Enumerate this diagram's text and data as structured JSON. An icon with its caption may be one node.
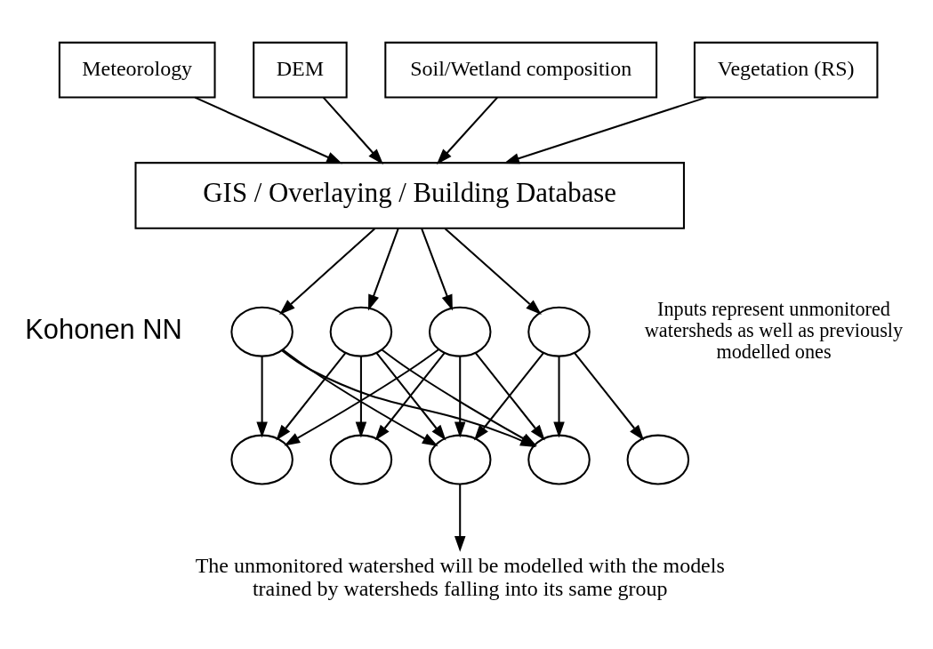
{
  "diagram": {
    "nodes": [
      {
        "text": [
          "Meteorology"
        ]
      },
      {
        "text": [
          "DEM"
        ]
      },
      {
        "text": [
          "Soil/Wetland composition"
        ]
      },
      {
        "text": [
          "Vegetation (RS)"
        ]
      },
      {
        "text": [
          "GIS / Overlaying / Building Database"
        ]
      },
      {
        "text": [],
        "shape": "circle"
      },
      {
        "text": [],
        "shape": "circle"
      },
      {
        "text": [],
        "shape": "circle"
      },
      {
        "text": [],
        "shape": "circle"
      },
      {
        "text": [],
        "shape": "circle"
      },
      {
        "text": [],
        "shape": "circle"
      },
      {
        "text": [],
        "shape": "circle"
      },
      {
        "text": [],
        "shape": "circle"
      },
      {
        "text": [],
        "shape": "circle"
      },
      {
        "text": [
          "The unmonitored watershed will be modelled with the models trained by watersheds falling into its same group"
        ]
      }
    ],
    "edges": [
      {
        "from": 0,
        "to": 4,
        "arrow": "to"
      },
      {
        "from": 1,
        "to": 4,
        "arrow": "to"
      },
      {
        "from": 2,
        "to": 4,
        "arrow": "to"
      },
      {
        "from": 3,
        "to": 4,
        "arrow": "to"
      },
      {
        "from": 4,
        "to": 5,
        "arrow": "to"
      },
      {
        "from": 4,
        "to": 6,
        "arrow": "to"
      },
      {
        "from": 4,
        "to": 7,
        "arrow": "to"
      },
      {
        "from": 4,
        "to": 8,
        "arrow": "to"
      },
      {
        "from": 5,
        "to": 9,
        "arrow": "to"
      },
      {
        "from": 5,
        "to": 11,
        "arrow": "to"
      },
      {
        "from": 5,
        "to": 12,
        "arrow": "to"
      },
      {
        "from": 6,
        "to": 9,
        "arrow": "to"
      },
      {
        "from": 6,
        "to": 10,
        "arrow": "to"
      },
      {
        "from": 6,
        "to": 11,
        "arrow": "to"
      },
      {
        "from": 6,
        "to": 12,
        "arrow": "to"
      },
      {
        "from": 7,
        "to": 9,
        "arrow": "to"
      },
      {
        "from": 7,
        "to": 10,
        "arrow": "to"
      },
      {
        "from": 7,
        "to": 11,
        "arrow": "to"
      },
      {
        "from": 7,
        "to": 12,
        "arrow": "to"
      },
      {
        "from": 8,
        "to": 11,
        "arrow": "to"
      },
      {
        "from": 8,
        "to": 12,
        "arrow": "to"
      },
      {
        "from": 8,
        "to": 13,
        "arrow": "to"
      },
      {
        "from": 11,
        "to": 14,
        "arrow": "to"
      }
    ],
    "labels": [
      "Inputs represent unmonitored watersheds as well as previously modelled ones",
      "Kohonen NN"
    ]
  }
}
